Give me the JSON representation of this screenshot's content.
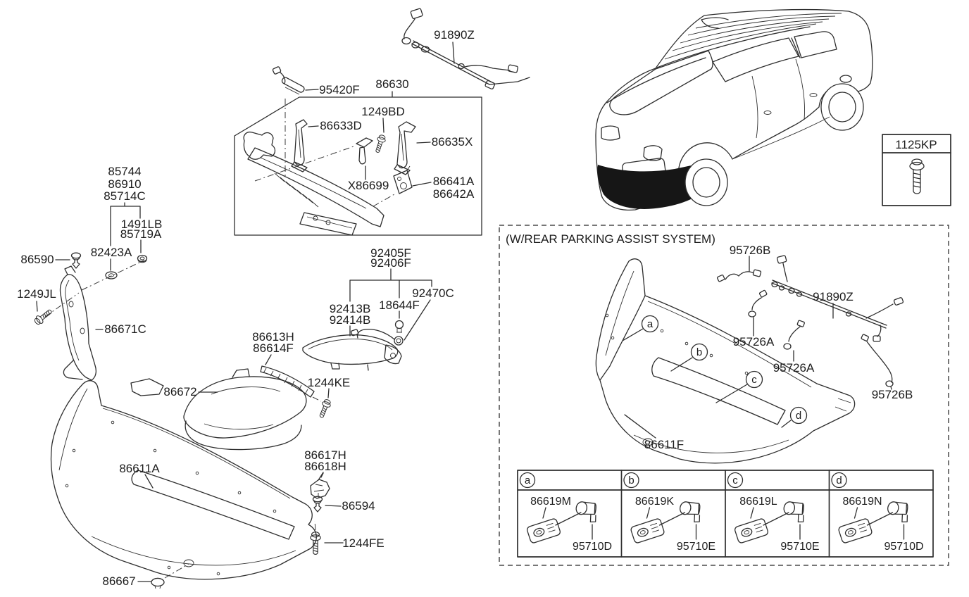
{
  "palette": {
    "line": "#2e2e2e",
    "text": "#1c1c1c",
    "background": "#ffffff",
    "shaded_bumper": "#161616"
  },
  "main": {
    "harness": "91890Z",
    "sensor_bracket": "95420F",
    "beam": "86630",
    "beam_bolt": "1249BD",
    "beam_bracket_left": "86633D",
    "beam_bracket_right": "86635X",
    "beam_clip": "X86699",
    "plate1": "86641A",
    "plate2": "86642A",
    "screw_stack1": "85744",
    "screw_stack2": "86910",
    "screw_stack3": "85714C",
    "grommet1": "1491LB",
    "grommet2": "85719A",
    "washer": "82423A",
    "side_clip": "86590",
    "side_screw": "1249JL",
    "side_bracket": "86671C",
    "pad": "86672",
    "strip1": "86613H",
    "strip2": "86614F",
    "strip_screw": "1244KE",
    "lamp_assy1": "92405F",
    "lamp_assy2": "92406F",
    "lens1": "92413B",
    "lens2": "92414B",
    "bulb": "18644F",
    "lamp_wire": "92470C",
    "lower_bracket1": "86617H",
    "lower_bracket2": "86618H",
    "bumper_cover": "86611A",
    "lower_clip": "86594",
    "lower_screw": "1244FE",
    "plug": "86667"
  },
  "hardware": {
    "part": "1125KP"
  },
  "pas": {
    "title": "(W/REAR PARKING ASSIST SYSTEM)",
    "bumper_cover": "86611F",
    "harness": "91890Z",
    "wire_top": "95726B",
    "wire_left": "95726A",
    "wire_mid": "95726A",
    "wire_right": "95726B",
    "callouts": [
      "a",
      "b",
      "c",
      "d"
    ],
    "table": [
      {
        "letter": "a",
        "sensor": "86619M",
        "retainer": "95710D"
      },
      {
        "letter": "b",
        "sensor": "86619K",
        "retainer": "95710E"
      },
      {
        "letter": "c",
        "sensor": "86619L",
        "retainer": "95710E"
      },
      {
        "letter": "d",
        "sensor": "86619N",
        "retainer": "95710D"
      }
    ]
  }
}
